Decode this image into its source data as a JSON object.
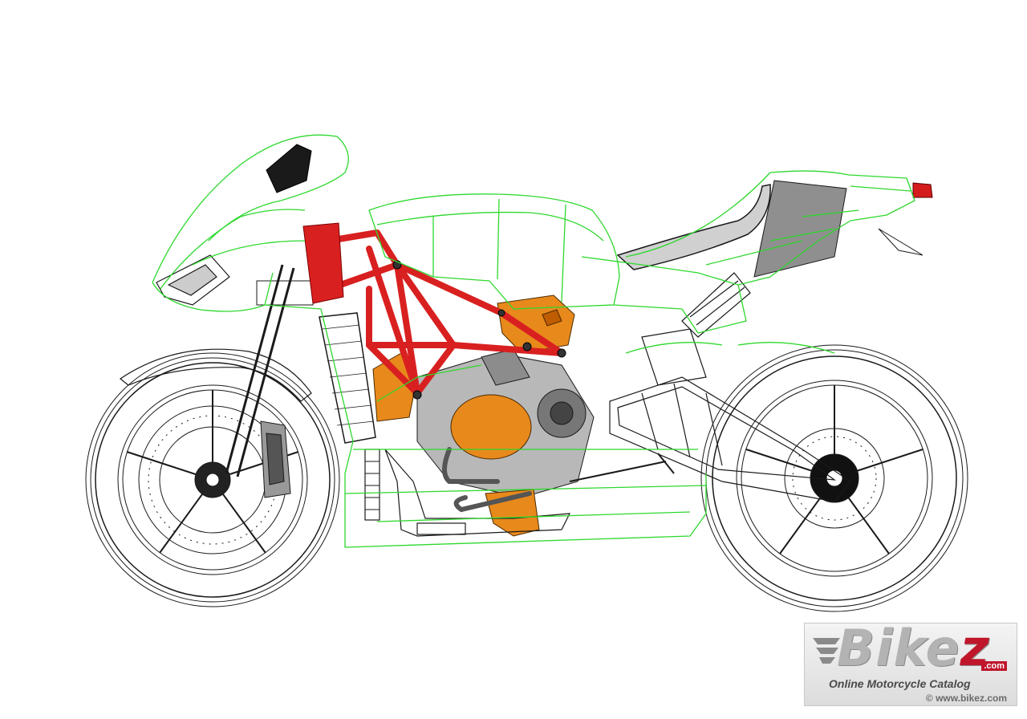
{
  "image": {
    "subject": "motorcycle wireframe cutaway",
    "colors": {
      "background": "#ffffff",
      "bodywork_wireframe": "#2ed82e",
      "trellis_frame": "#d92020",
      "engine_covers": "#e8891c",
      "mechanical_lines": "#1a1a1a",
      "tail_light": "#d41c1c"
    }
  },
  "watermark": {
    "brand_plain": "Bike",
    "brand_accent": "z",
    "domain_badge": ".com",
    "tagline": "Online Motorcycle Catalog",
    "url": "© www.bikez.com",
    "colors": {
      "accent": "#c0162c",
      "text_gray": "#b3b3b3"
    }
  }
}
